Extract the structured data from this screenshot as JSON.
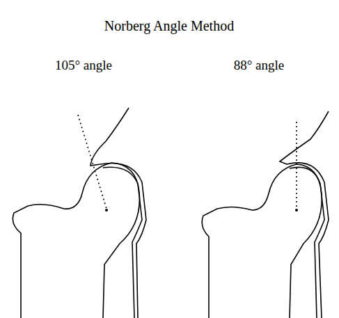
{
  "diagram": {
    "title": "Norberg Angle Method",
    "labels": [
      "105° angle",
      "88° angle"
    ]
  }
}
